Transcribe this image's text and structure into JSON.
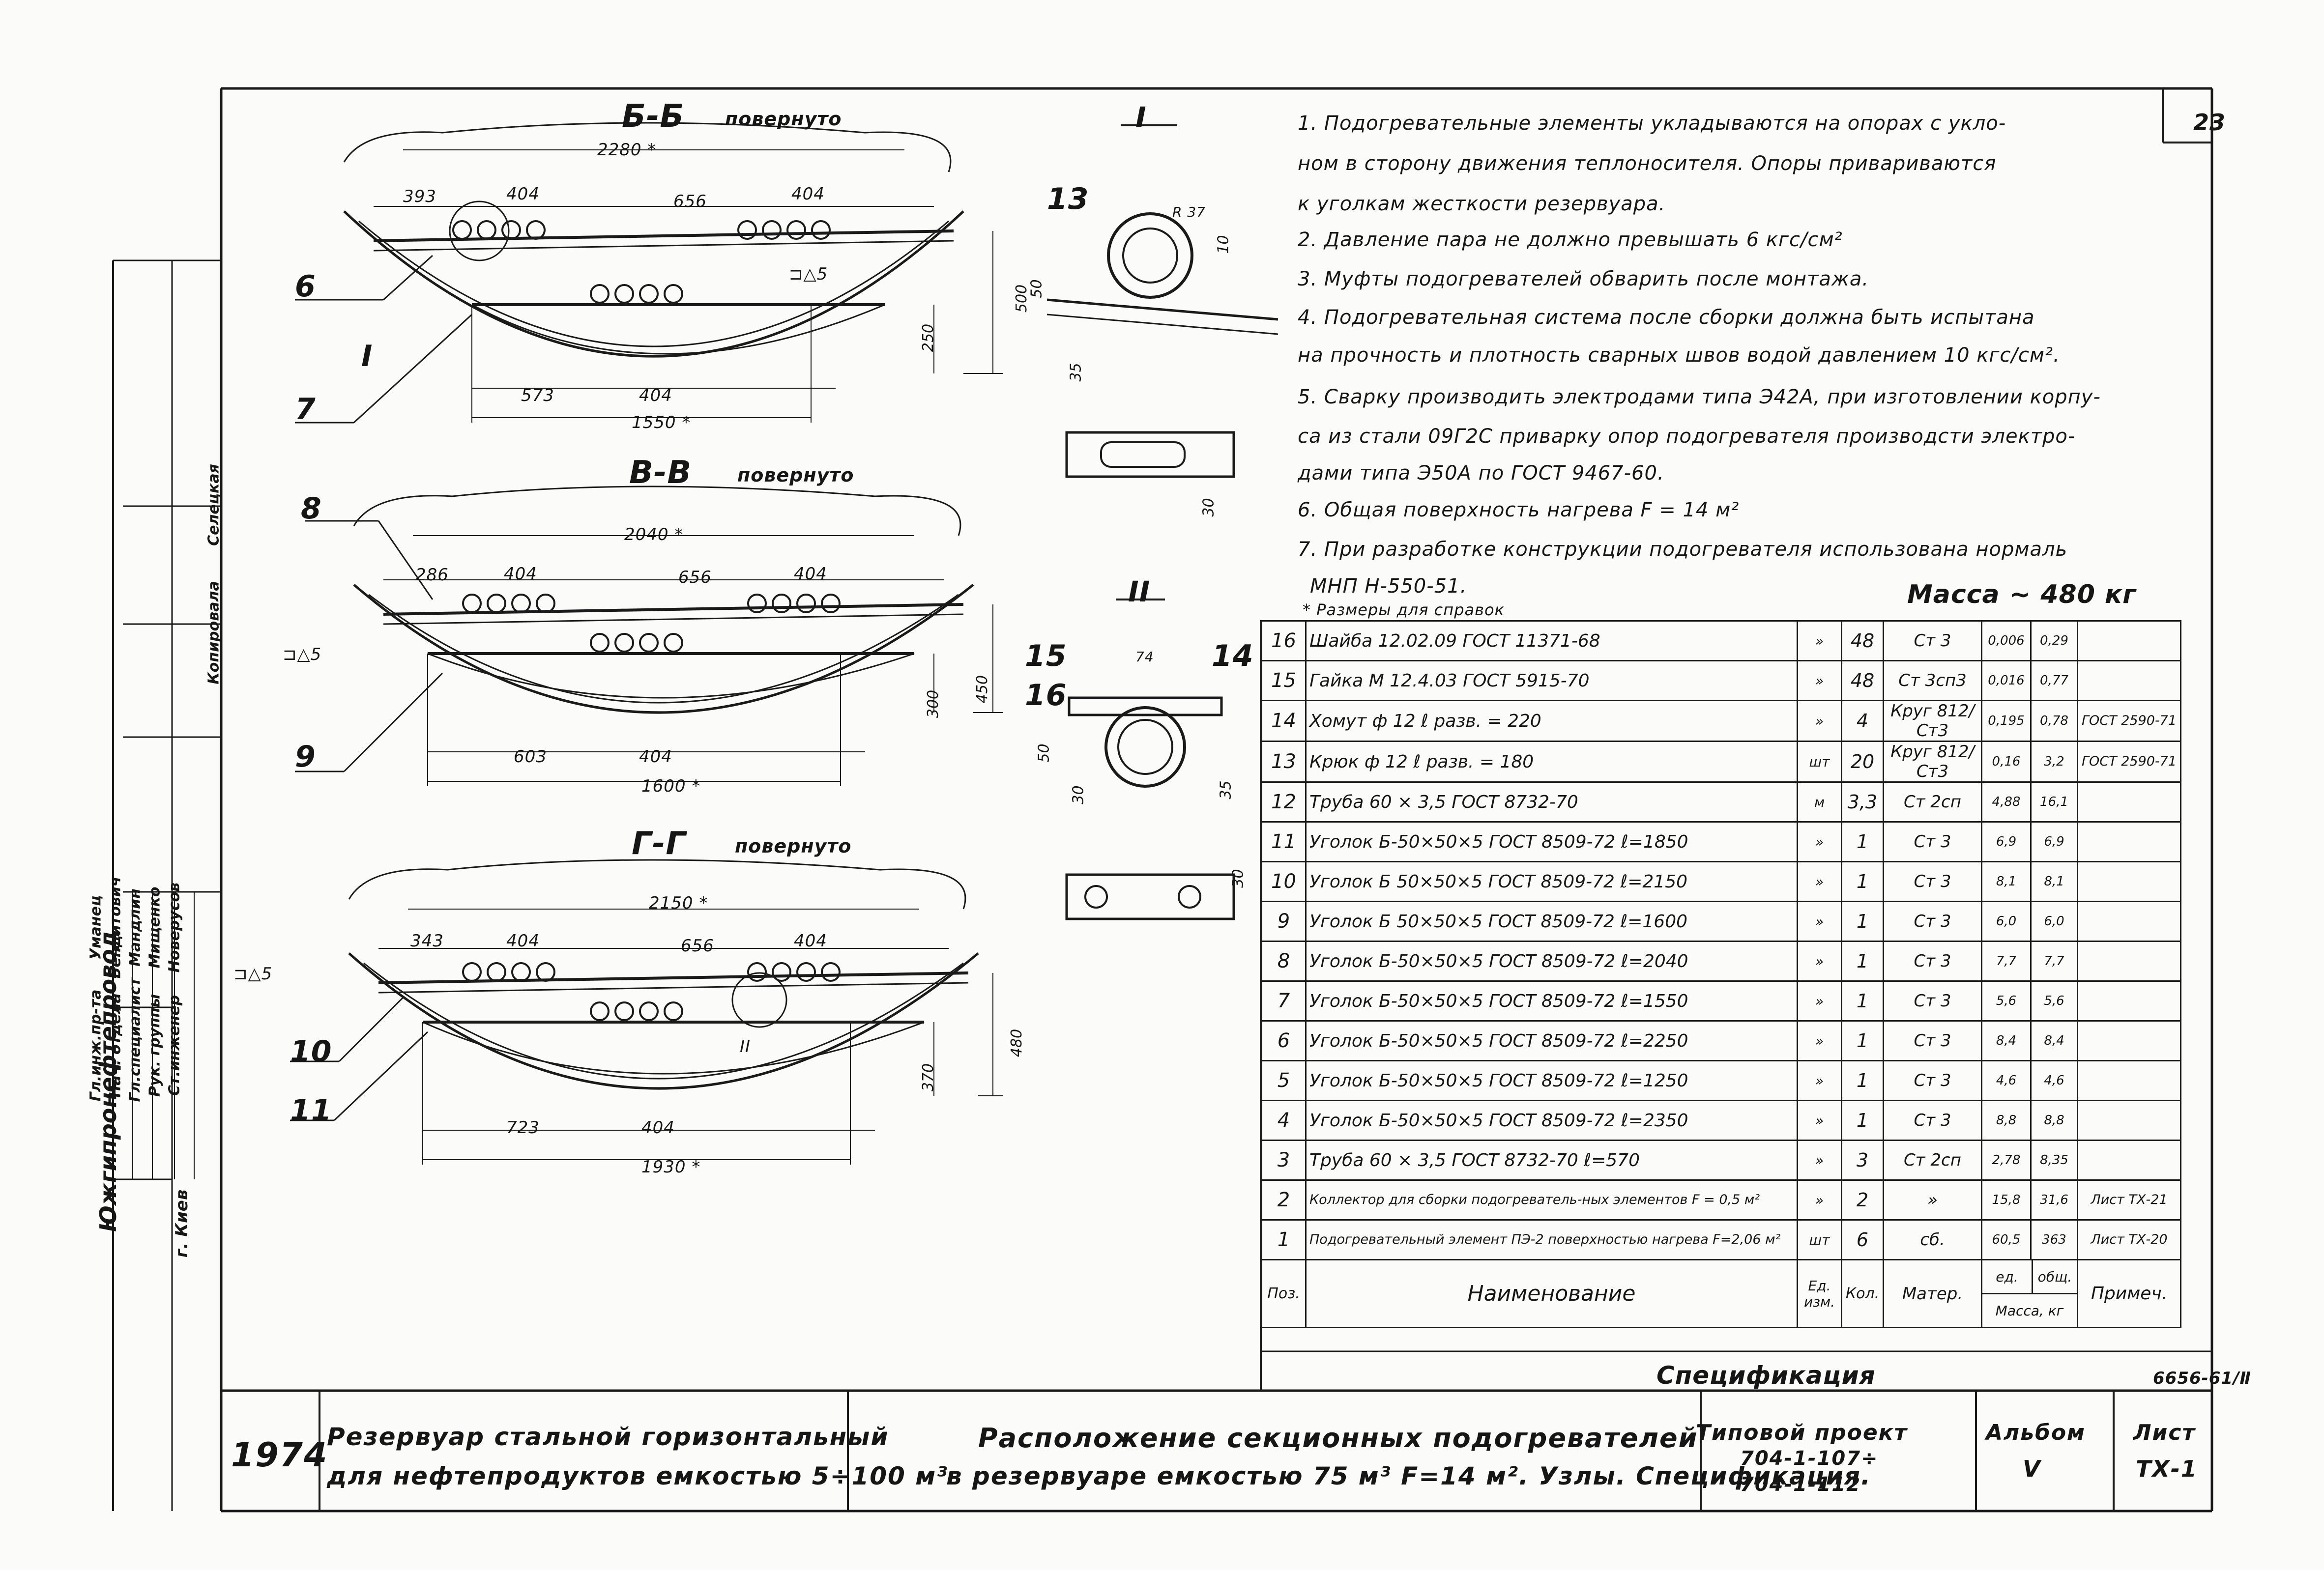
{
  "page_number": "23",
  "views": [
    {
      "title": "Б-Б",
      "subtitle": "повернуто",
      "top_dim": "2280 *",
      "bolts_dims": [
        "393",
        "404",
        "656",
        "404"
      ],
      "bottom_dims": [
        "573",
        "404"
      ],
      "overall": "1550 *",
      "heights": [
        "500",
        "250"
      ]
    },
    {
      "title": "В-В",
      "subtitle": "повернуто",
      "top_dim": "2040 *",
      "bolts_dims": [
        "286",
        "404",
        "656",
        "404"
      ],
      "bottom_dims": [
        "603",
        "404"
      ],
      "overall": "1600 *",
      "heights": [
        "450",
        "300"
      ]
    },
    {
      "title": "Г-Г",
      "subtitle": "повернуто",
      "top_dim": "2150 *",
      "bolts_dims": [
        "343",
        "404",
        "656",
        "404"
      ],
      "bottom_dims": [
        "723",
        "404"
      ],
      "overall": "1930 *",
      "heights": [
        "480",
        "370"
      ]
    }
  ],
  "callouts": [
    "6",
    "7",
    "8",
    "9",
    "10",
    "11",
    "I",
    "II"
  ],
  "weld_mark": "⊐△5",
  "detail_I": {
    "title": "I",
    "pos": "13",
    "dims": [
      "R 37",
      "10",
      "50",
      "35",
      "30"
    ]
  },
  "detail_II": {
    "title": "II",
    "pos_a": "15",
    "pos_b": "16",
    "pos_c": "14",
    "dims": [
      "74",
      "50",
      "30",
      "35",
      "30"
    ]
  },
  "notes": [
    "1. Подогревательные элементы укладываются на опорах с укло-",
    "ном в сторону движения теплоносителя. Опоры привариваются",
    "к уголкам жесткости резервуара.",
    "2. Давление пара не должно превышать 6 кгс/см²",
    "3. Муфты подогревателей обварить после монтажа.",
    "4. Подогревательная система после сборки должна быть испытана",
    "на прочность и плотность сварных швов водой давлением 10 кгс/см².",
    "5. Сварку производить электродами типа Э42А, при изготовлении корпу-",
    "са из стали 09Г2С приварку опор подогревателя производсти электро-",
    "дами типа Э50А по ГОСТ 9467-60.",
    "6. Общая поверхность нагрева F = 14 м²",
    "7. При разработке конструкции подогревателя использована нормаль",
    "МНП Н-550-51."
  ],
  "mass_total": "Масса ~ 480 кг",
  "dims_reference": "* Размеры для справок",
  "spec_rows": [
    {
      "pos": "16",
      "name": "Шайба 12.02.09 ГОСТ 11371-68",
      "unit": "»",
      "qty": "48",
      "mat": "Ст 3",
      "m1": "0,006",
      "m2": "0,29",
      "note": ""
    },
    {
      "pos": "15",
      "name": "Гайка М 12.4.03 ГОСТ 5915-70",
      "unit": "»",
      "qty": "48",
      "mat": "Ст 3сп3",
      "m1": "0,016",
      "m2": "0,77",
      "note": ""
    },
    {
      "pos": "14",
      "name": "Хомут ф 12 ℓ разв. = 220",
      "unit": "»",
      "qty": "4",
      "mat": "Круг 812/Ст3",
      "m1": "0,195",
      "m2": "0,78",
      "note": "ГОСТ 2590-71"
    },
    {
      "pos": "13",
      "name": "Крюк ф 12 ℓ разв. = 180",
      "unit": "шт",
      "qty": "20",
      "mat": "Круг 812/Ст3",
      "m1": "0,16",
      "m2": "3,2",
      "note": "ГОСТ 2590-71"
    },
    {
      "pos": "12",
      "name": "Труба 60 × 3,5 ГОСТ 8732-70",
      "unit": "м",
      "qty": "3,3",
      "mat": "Ст 2сп",
      "m1": "4,88",
      "m2": "16,1",
      "note": ""
    },
    {
      "pos": "11",
      "name": "Уголок Б-50×50×5 ГОСТ 8509-72 ℓ=1850",
      "unit": "»",
      "qty": "1",
      "mat": "Ст 3",
      "m1": "6,9",
      "m2": "6,9",
      "note": ""
    },
    {
      "pos": "10",
      "name": "Уголок Б 50×50×5 ГОСТ 8509-72 ℓ=2150",
      "unit": "»",
      "qty": "1",
      "mat": "Ст 3",
      "m1": "8,1",
      "m2": "8,1",
      "note": ""
    },
    {
      "pos": "9",
      "name": "Уголок Б 50×50×5 ГОСТ 8509-72 ℓ=1600",
      "unit": "»",
      "qty": "1",
      "mat": "Ст 3",
      "m1": "6,0",
      "m2": "6,0",
      "note": ""
    },
    {
      "pos": "8",
      "name": "Уголок Б-50×50×5 ГОСТ 8509-72 ℓ=2040",
      "unit": "»",
      "qty": "1",
      "mat": "Ст 3",
      "m1": "7,7",
      "m2": "7,7",
      "note": ""
    },
    {
      "pos": "7",
      "name": "Уголок Б-50×50×5 ГОСТ 8509-72 ℓ=1550",
      "unit": "»",
      "qty": "1",
      "mat": "Ст 3",
      "m1": "5,6",
      "m2": "5,6",
      "note": ""
    },
    {
      "pos": "6",
      "name": "Уголок Б-50×50×5 ГОСТ 8509-72 ℓ=2250",
      "unit": "»",
      "qty": "1",
      "mat": "Ст 3",
      "m1": "8,4",
      "m2": "8,4",
      "note": ""
    },
    {
      "pos": "5",
      "name": "Уголок Б-50×50×5 ГОСТ 8509-72 ℓ=1250",
      "unit": "»",
      "qty": "1",
      "mat": "Ст 3",
      "m1": "4,6",
      "m2": "4,6",
      "note": ""
    },
    {
      "pos": "4",
      "name": "Уголок Б-50×50×5 ГОСТ 8509-72 ℓ=2350",
      "unit": "»",
      "qty": "1",
      "mat": "Ст 3",
      "m1": "8,8",
      "m2": "8,8",
      "note": ""
    },
    {
      "pos": "3",
      "name": "Труба 60 × 3,5 ГОСТ 8732-70 ℓ=570",
      "unit": "»",
      "qty": "3",
      "mat": "Ст 2сп",
      "m1": "2,78",
      "m2": "8,35",
      "note": ""
    },
    {
      "pos": "2",
      "name": "Коллектор для сборки подогреватель-ных элементов F = 0,5 м²",
      "unit": "»",
      "qty": "2",
      "mat": "»",
      "m1": "15,8",
      "m2": "31,6",
      "note": "Лист ТХ-21"
    },
    {
      "pos": "1",
      "name": "Подогревательный элемент ПЭ-2 поверхностью нагрева F=2,06 м²",
      "unit": "шт",
      "qty": "6",
      "mat": "сб.",
      "m1": "60,5",
      "m2": "363",
      "note": "Лист ТХ-20"
    }
  ],
  "spec_header": {
    "pos": "Поз.",
    "name": "Наименование",
    "unit": "Ед. изм.",
    "qty": "Кол.",
    "mat": "Матер.",
    "m1": "ед.",
    "m2": "общ.",
    "mass": "Масса, кг",
    "note": "Примеч."
  },
  "spec_title": "Спецификация",
  "spec_code": "6656-61/Ⅱ",
  "title_block": {
    "year": "1974",
    "object_line1": "Резервуар стальной горизонтальный",
    "object_line2": "для нефтепродуктов емкостью 5÷100 м³",
    "title_line1": "Расположение секционных подогревателей",
    "title_line2": "в резервуаре емкостью 75 м³ F=14 м². Узлы. Спецификация.",
    "project_label": "Типовой проект",
    "project_line1": "704-1-107÷",
    "project_line2": "704-1-112",
    "album_label": "Альбом",
    "album_value": "Ⅴ",
    "sheet_label": "Лист",
    "sheet_value": "ТХ-1",
    "organization": "Южгипронефтепровод",
    "city": "г. Киев",
    "roles": [
      "Гл.инж.пр-та",
      "Нач. отдела",
      "Гл.специалист",
      "Рук. группы",
      "Ст.инженер"
    ],
    "names": [
      "Уманец",
      "Бендитович",
      "Мандлин",
      "Мищенко",
      "Новерусов"
    ],
    "columns": [
      "Селецкая",
      "Копировала"
    ]
  }
}
